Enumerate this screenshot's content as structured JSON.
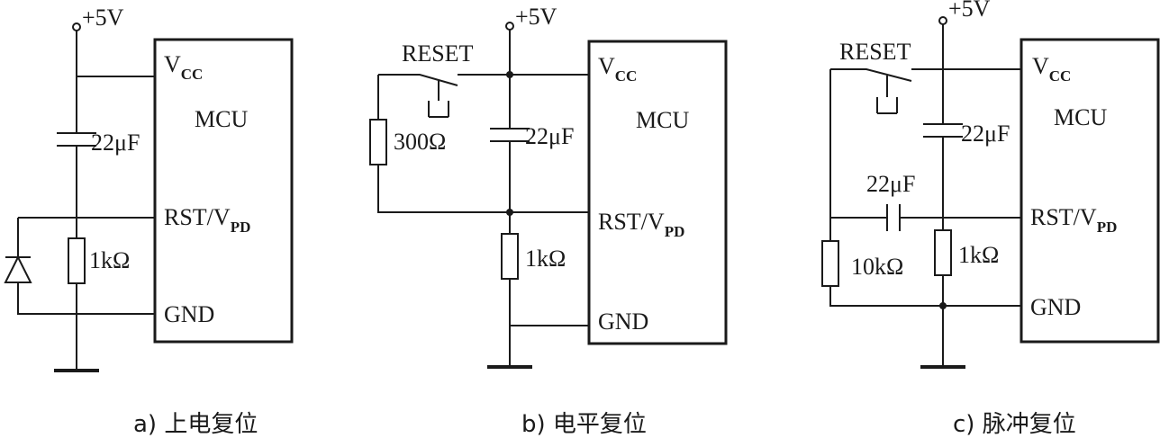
{
  "labels": {
    "supply": "+5V",
    "vcc_main": "V",
    "vcc_sub": "CC",
    "mcu": "MCU",
    "rst_main": "RST/V",
    "rst_sub": "PD",
    "gnd": "GND",
    "reset": "RESET",
    "cap_22uf": "22μF",
    "res_1k": "1kΩ",
    "res_300": "300Ω",
    "res_10k": "10kΩ"
  },
  "captions": {
    "a": "a) 上电复位",
    "b": "b) 电平复位",
    "c": "c) 脉冲复位"
  }
}
